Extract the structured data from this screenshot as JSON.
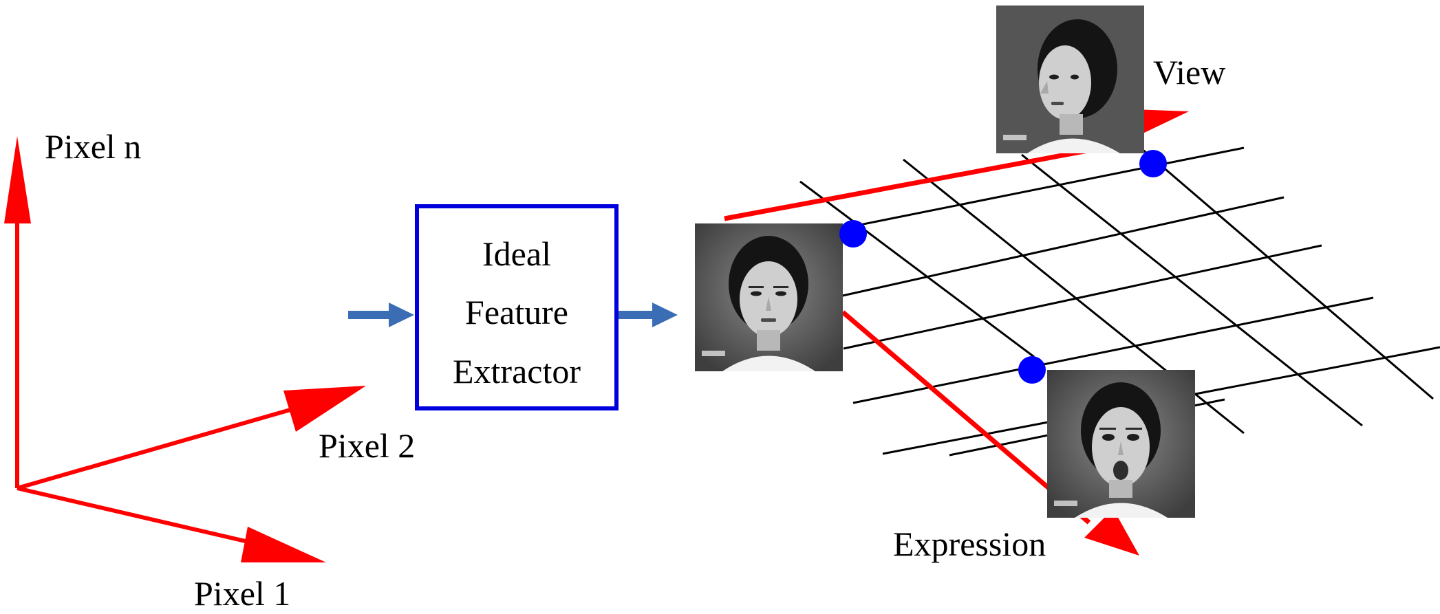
{
  "axes": {
    "pixel_n_label": "Pixel n",
    "pixel_2_label": "Pixel 2",
    "pixel_1_label": "Pixel 1"
  },
  "extractor": {
    "line1": "Ideal",
    "line2": "Feature",
    "line3": "Extractor"
  },
  "manifold": {
    "view_label": "View",
    "expression_label": "Expression"
  },
  "colors": {
    "axis_red": "#ff0000",
    "box_blue": "#0000dd",
    "flow_arrow_blue": "#3b6db4",
    "point_blue": "#0000ff",
    "grid_black": "#000000"
  }
}
